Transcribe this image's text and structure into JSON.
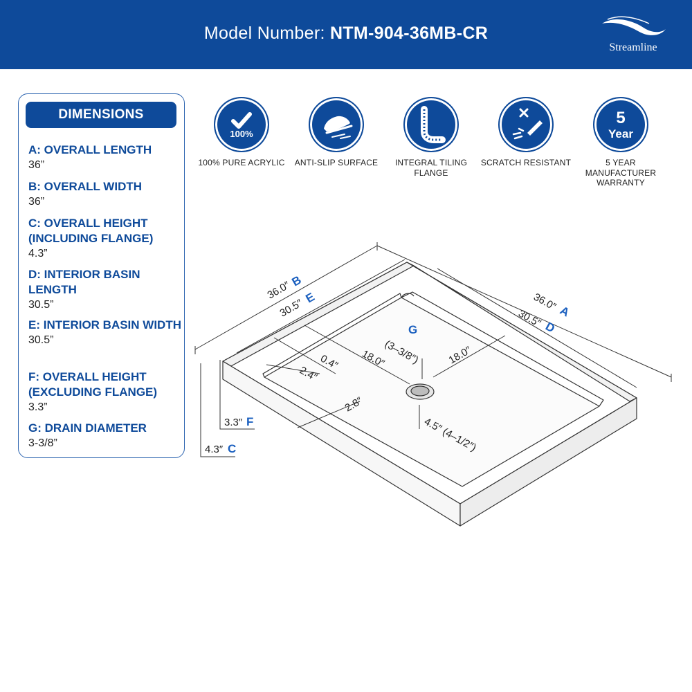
{
  "header": {
    "title_label": "Model Number:",
    "model_number": "NTM-904-36MB-CR",
    "brand": "Streamline"
  },
  "colors": {
    "brand_blue": "#0e4a9a",
    "letter_blue": "#1a5fbf",
    "panel_border": "#2c64b0"
  },
  "dimensions": {
    "heading": "DIMENSIONS",
    "items": [
      {
        "label": "A: OVERALL LENGTH",
        "value": "36”"
      },
      {
        "label": "B: OVERALL WIDTH",
        "value": "36”"
      },
      {
        "label": "C: OVERALL HEIGHT (INCLUDING FLANGE)",
        "value": "4.3”"
      },
      {
        "label": "D: INTERIOR BASIN LENGTH",
        "value": "30.5”"
      },
      {
        "label": "E: INTERIOR BASIN WIDTH",
        "value": "30.5”"
      },
      {
        "label": "F: OVERALL HEIGHT (EXCLUDING FLANGE)",
        "value": "3.3”"
      },
      {
        "label": "G: DRAIN DIAMETER",
        "value": "3-3/8”"
      }
    ]
  },
  "features": [
    {
      "icon": "checkmark-icon",
      "badge": "100%",
      "label": "100% PURE ACRYLIC"
    },
    {
      "icon": "shoe-slip-icon",
      "label": "ANTI-SLIP SURFACE"
    },
    {
      "icon": "tiling-flange-icon",
      "label": "INTEGRAL TILING FLANGE"
    },
    {
      "icon": "scratch-resistant-icon",
      "label": "SCRATCH RESISTANT"
    },
    {
      "icon": "warranty-icon",
      "badge_number": "5",
      "badge_text": "Year",
      "label": "5 YEAR MANUFACTURER WARRANTY"
    }
  ],
  "diagram": {
    "callouts": {
      "overall_length": {
        "value": "36.0″",
        "letter": "A"
      },
      "overall_width": {
        "value": "36.0″",
        "letter": "B"
      },
      "interior_length": {
        "value": "30.5″",
        "letter": "D"
      },
      "interior_width": {
        "value": "30.5″",
        "letter": "E"
      },
      "drain": {
        "letter": "G",
        "value": "(3–3/8″)"
      },
      "drain_offset_left": "18.0″",
      "drain_offset_right": "18.0″",
      "flange_thickness": "0.4″",
      "rim_width": "2.4″",
      "rim_front": "2.8″",
      "drain_depth": "4.5″ (4–1/2″)",
      "height_excl_flange": {
        "value": "3.3″",
        "letter": "F"
      },
      "height_incl_flange": {
        "value": "4.3″",
        "letter": "C"
      }
    }
  }
}
